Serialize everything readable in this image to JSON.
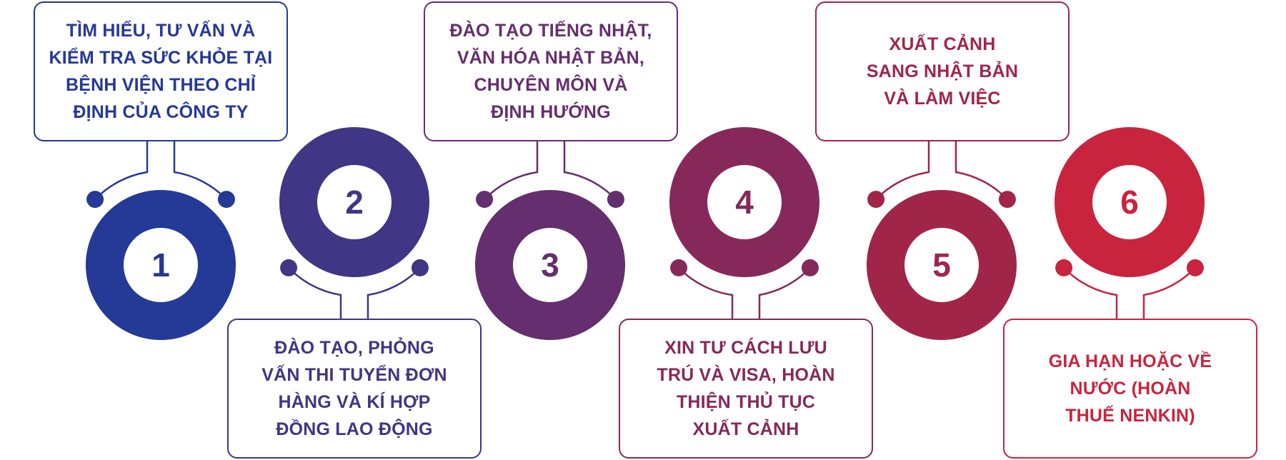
{
  "steps": [
    {
      "number": "1",
      "text": "TÌM HIỂU, TƯ VẤN VÀ\nKIỂM TRA SỨC KHỎE TẠI\nBỆNH VIỆN THEO CHỈ\nĐỊNH CỦA CÔNG TY",
      "color": "#253996"
    },
    {
      "number": "2",
      "text": "ĐÀO TẠO, PHỎNG\nVẤN THI TUYỂN ĐƠN\nHÀNG VÀ KÍ HỢP\nĐỒNG LAO ĐỘNG",
      "color": "#3f3685"
    },
    {
      "number": "3",
      "text": "ĐÀO TẠO TIẾNG NHẬT,\nVĂN HÓA NHẬT BẢN,\nCHUYÊN MÔN VÀ\nĐỊNH HƯỚNG",
      "color": "#652e6e"
    },
    {
      "number": "4",
      "text": "XIN TƯ CÁCH LƯU\nTRÚ VÀ VISA, HOÀN\nTHIỆN THỦ TỤC\nXUẤT CẢNH",
      "color": "#86285a"
    },
    {
      "number": "5",
      "text": "XUẤT CẢNH\nSANG NHẬT BẢN\nVÀ LÀM VIỆC",
      "color": "#a12548"
    },
    {
      "number": "6",
      "text": "GIA HẠN HOẶC VỀ\nNƯỚC (HOÀN\nTHUẾ NENKIN)",
      "color": "#c9243d"
    }
  ]
}
